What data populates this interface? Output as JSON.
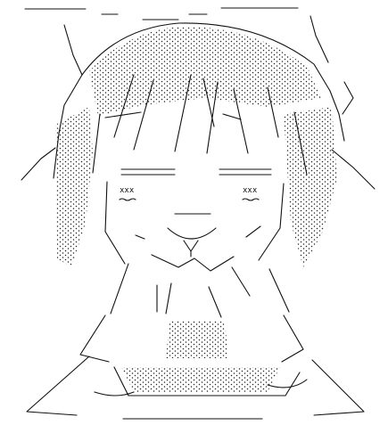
{
  "art": {
    "kind": "ascii-art",
    "ink_color": "#111111",
    "background_color": "#ffffff",
    "left_eye_text": "xxx",
    "right_eye_text": "xxx"
  }
}
